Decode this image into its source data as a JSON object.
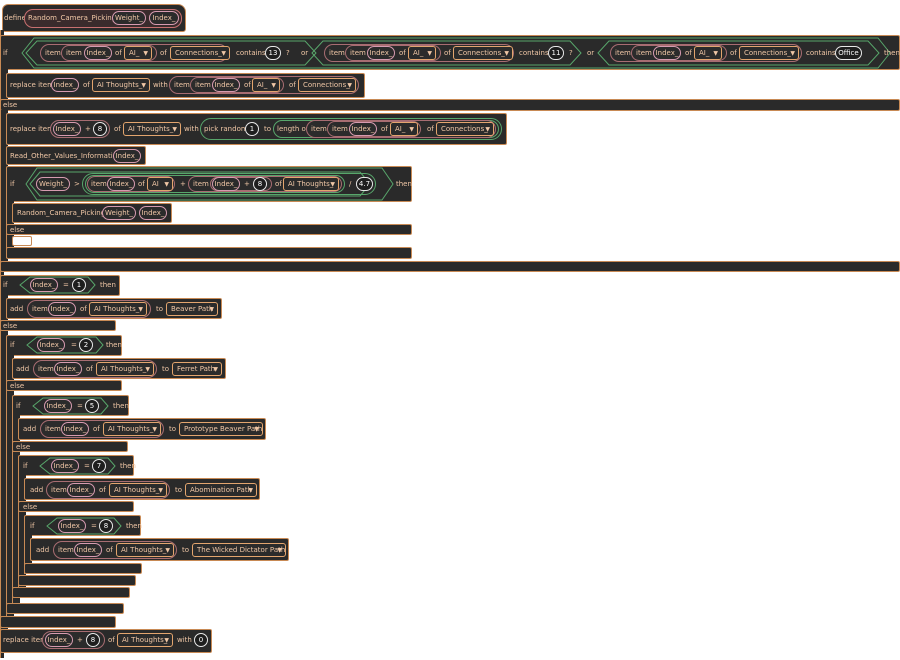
{
  "colors": {
    "block": "#2a2a2a",
    "text": "#f0c7a6",
    "outline_orange": "#c88a55",
    "outline_pink": "#d69bb0",
    "outline_green": "#58a66b"
  },
  "define": {
    "keyword": "define",
    "name": "Random_Camera_Picking:",
    "p1": "Weight_",
    "p2": "Index_"
  },
  "kw": {
    "if": "if",
    "then": "then",
    "else": "else",
    "or": "or",
    "item": "item",
    "of": "of",
    "contains": "contains",
    "q": "?",
    "plus": "+",
    "gt": ">",
    "div": "/",
    "eq": "=",
    "with": "with",
    "to": "to",
    "add": "add",
    "replace_item": "replace item",
    "pick_random": "pick random",
    "length_of": "length of",
    "arrow": "▼"
  },
  "vars": {
    "index": "Index_",
    "weight": "Weight_"
  },
  "lists": {
    "ai": "AI_",
    "ai_plain": "AI",
    "connections": "Connections_",
    "ai_thoughts": "AI Thoughts_"
  },
  "values": {
    "n13": "13",
    "n11": "11",
    "office": "Office",
    "n8": "8",
    "n1": "1",
    "n47": "4.7",
    "n2": "2",
    "n5": "5",
    "n7": "7",
    "n0": "0"
  },
  "calls": {
    "read_other": "Read_Other_Values_Information:",
    "random_camera": "Random_Camera_Picking:"
  },
  "paths": {
    "beaver": "Beaver Path",
    "ferret": "Ferret Path",
    "prototype": "Prototype Beaver Path",
    "abomination": "Abomination Path",
    "wicked": "The Wicked Dictator Path"
  }
}
